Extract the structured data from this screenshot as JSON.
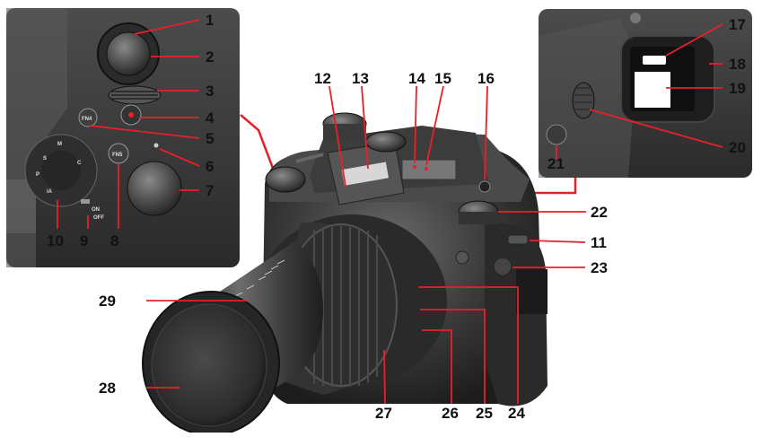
{
  "accent_color": "#e8202a",
  "callouts": [
    {
      "id": "1",
      "label": "1"
    },
    {
      "id": "2",
      "label": "2"
    },
    {
      "id": "3",
      "label": "3"
    },
    {
      "id": "4",
      "label": "4"
    },
    {
      "id": "5",
      "label": "5"
    },
    {
      "id": "6",
      "label": "6"
    },
    {
      "id": "7",
      "label": "7"
    },
    {
      "id": "8",
      "label": "8"
    },
    {
      "id": "9",
      "label": "9"
    },
    {
      "id": "10",
      "label": "10"
    },
    {
      "id": "11",
      "label": "11"
    },
    {
      "id": "12",
      "label": "12"
    },
    {
      "id": "13",
      "label": "13"
    },
    {
      "id": "14",
      "label": "14"
    },
    {
      "id": "15",
      "label": "15"
    },
    {
      "id": "16",
      "label": "16"
    },
    {
      "id": "17",
      "label": "17"
    },
    {
      "id": "18",
      "label": "18"
    },
    {
      "id": "19",
      "label": "19"
    },
    {
      "id": "20",
      "label": "20"
    },
    {
      "id": "21",
      "label": "21"
    },
    {
      "id": "22",
      "label": "22"
    },
    {
      "id": "23",
      "label": "23"
    },
    {
      "id": "24",
      "label": "24"
    },
    {
      "id": "25",
      "label": "25"
    },
    {
      "id": "26",
      "label": "26"
    },
    {
      "id": "27",
      "label": "27"
    },
    {
      "id": "28",
      "label": "28"
    },
    {
      "id": "29",
      "label": "29"
    }
  ],
  "button_text": {
    "fn4": "FN4",
    "fn5": "FN5",
    "on": "ON",
    "off": "OFF"
  }
}
